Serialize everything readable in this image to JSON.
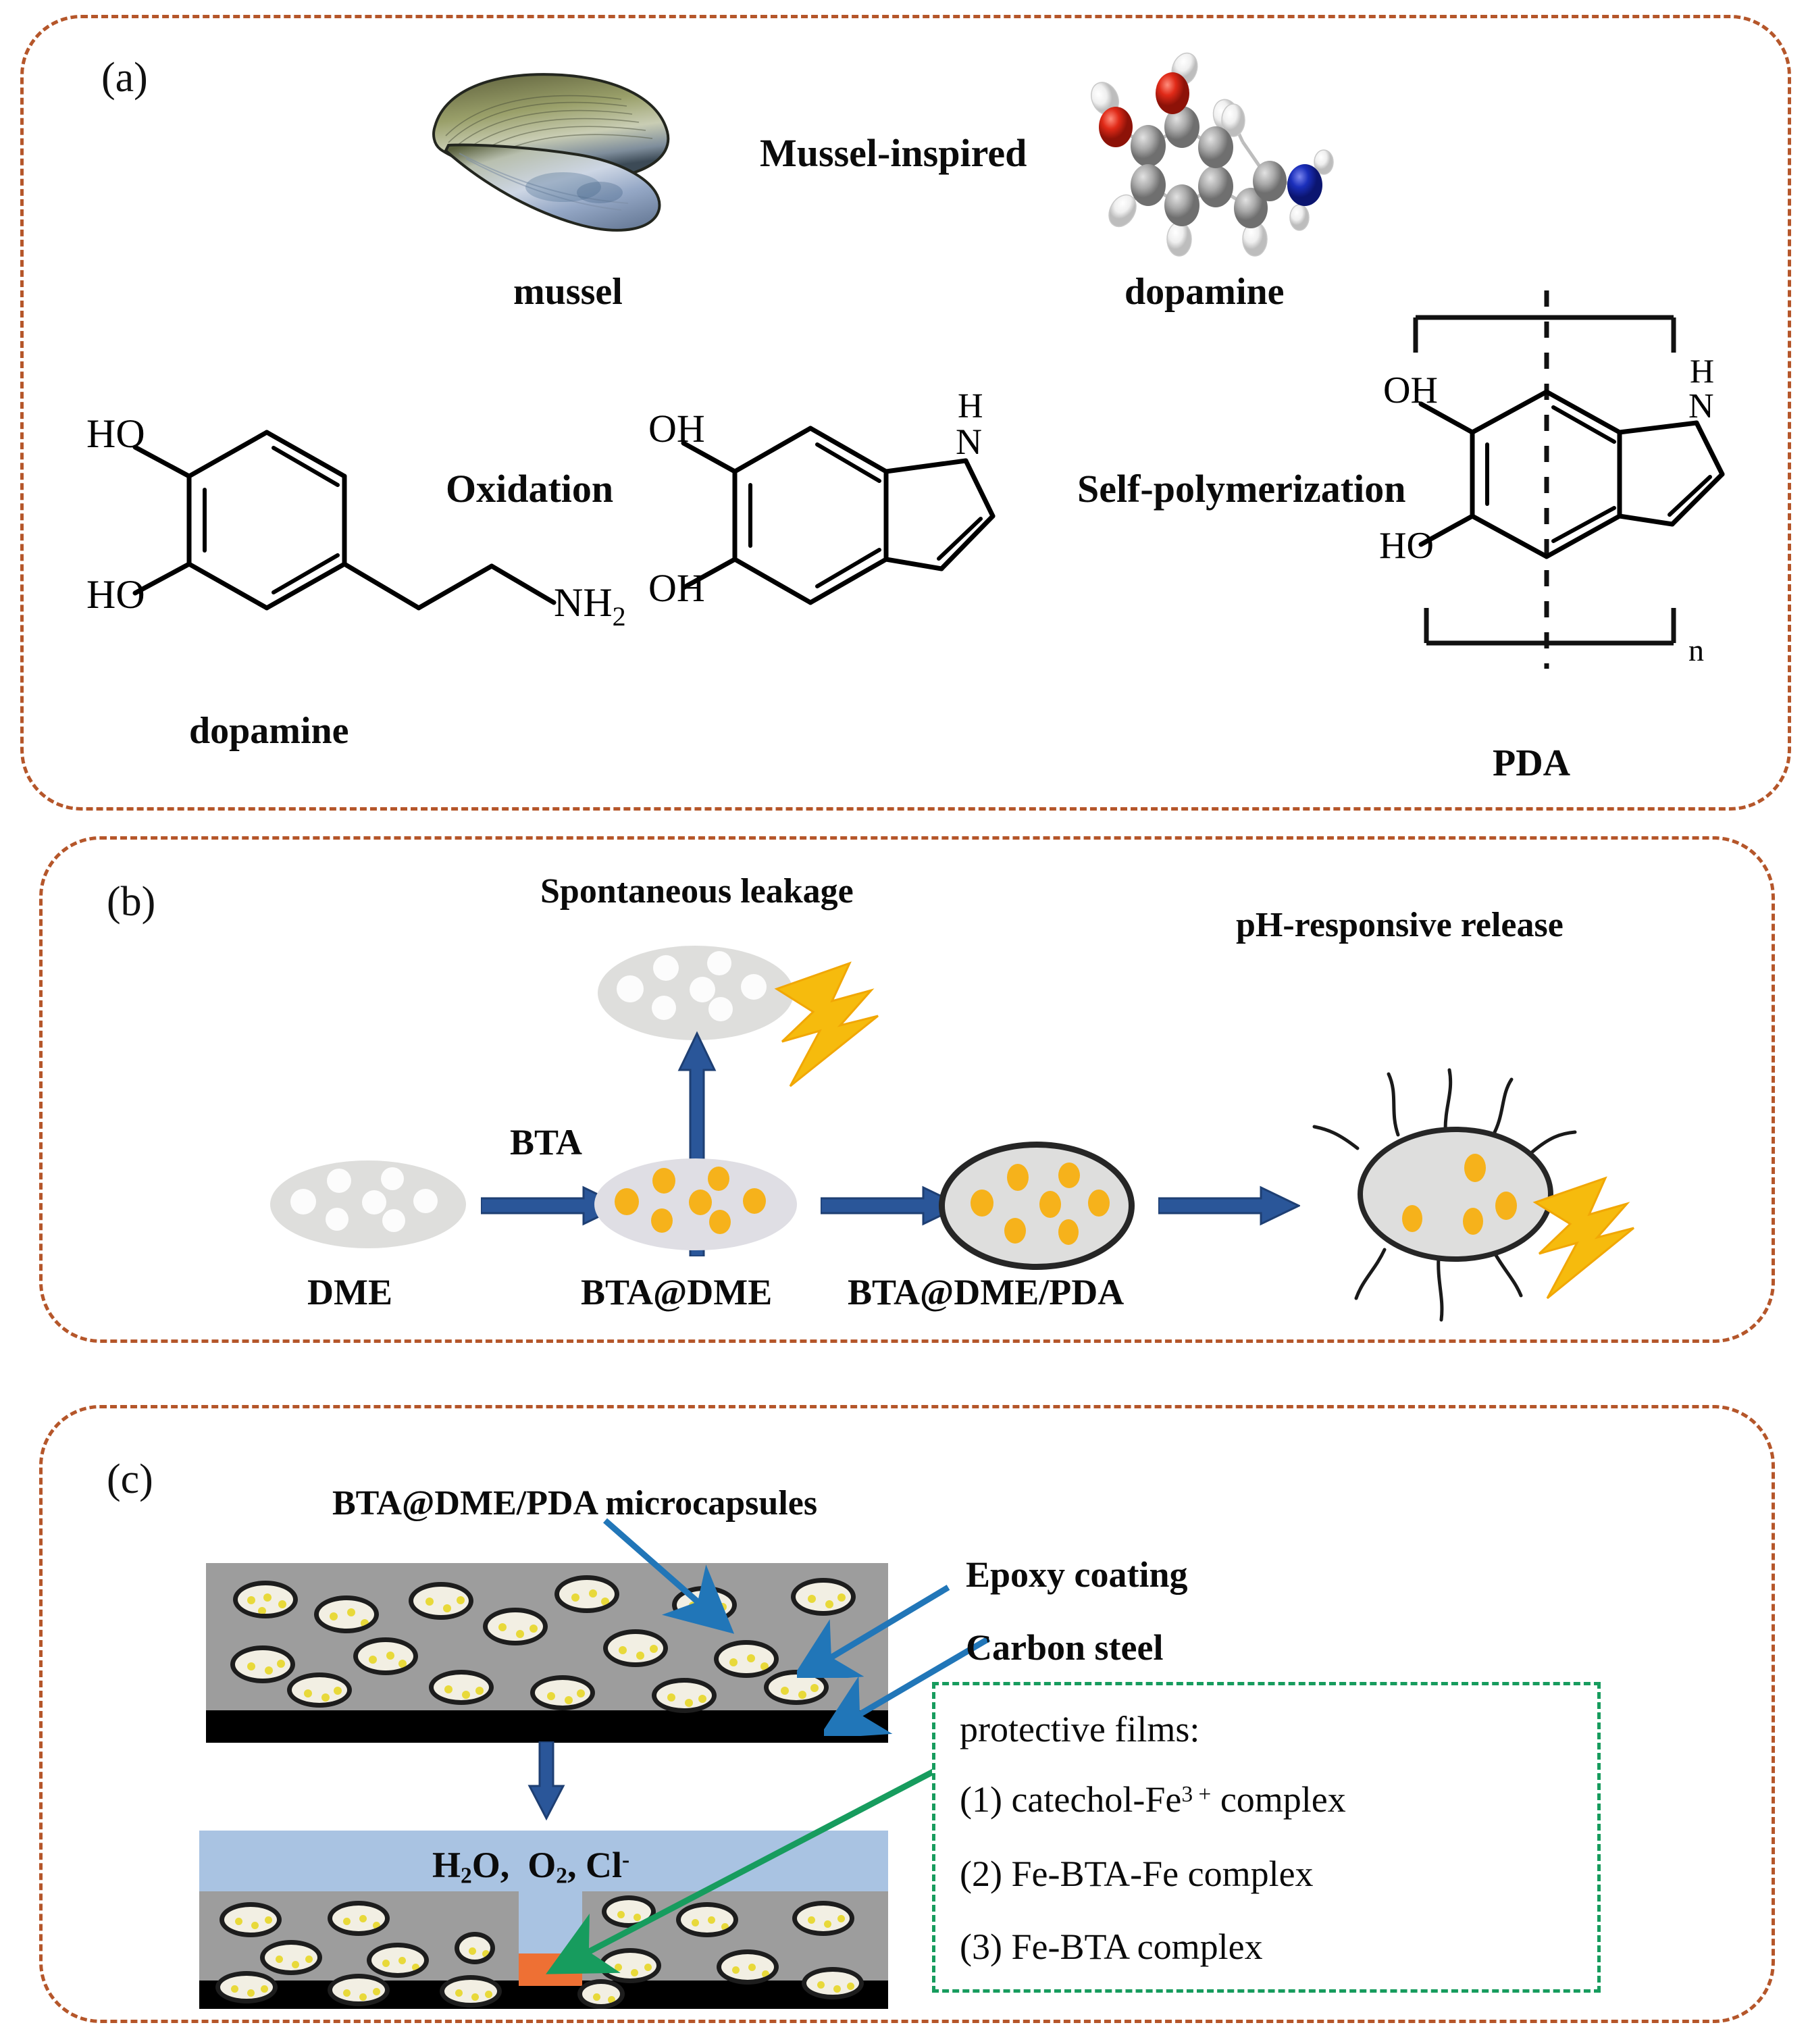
{
  "figure": {
    "panels": [
      {
        "id": "a",
        "label": "(a)"
      },
      {
        "id": "b",
        "label": "(b)"
      },
      {
        "id": "c",
        "label": "(c)"
      }
    ]
  },
  "panel_a": {
    "label": "(a)",
    "mussel_label": "mussel",
    "mussel_inspired": "Mussel-inspired",
    "dopamine_3d_label": "dopamine",
    "dopamine_2d_label": "dopamine",
    "oxidation": "Oxidation",
    "self_polymerization": "Self-polymerization",
    "pda_label": "PDA",
    "repeat_index": "n",
    "atoms": {
      "oxygen": "O",
      "hydrogen": "H",
      "nitrogen": "N"
    },
    "groups": {
      "ho": "HO",
      "oh": "OH",
      "nh2": "NH",
      "nh2_sub": "2",
      "n_h": "H",
      "n": "N"
    },
    "colors": {
      "oxygen": "#e02a18",
      "nitrogen": "#1b2fbb",
      "carbon": "#a8a8a8",
      "hydrogen": "#f2f2f2",
      "panel_border": "#b5562a"
    }
  },
  "panel_b": {
    "label": "(b)",
    "spontaneous_leakage": "Spontaneous leakage",
    "ph_responsive_release": "pH-responsive release",
    "bta_arrow_label": "BTA",
    "stage_labels": [
      "DME",
      "BTA@DME",
      "BTA@DME/PDA"
    ],
    "colors": {
      "arrow": "#2a5699",
      "bolt": "#f6bb0d",
      "capsule": "#dededc",
      "bta_dot": "#f6b21b"
    }
  },
  "panel_c": {
    "label": "(c)",
    "microcapsules_label": "BTA@DME/PDA microcapsules",
    "epoxy_label": "Epoxy coating",
    "steel_label": "Carbon steel",
    "species_label_parts": {
      "h2o": "H",
      "h2o_sub": "2",
      "h2o_tail": "O,",
      "o2": "O",
      "o2_sub": "2",
      "o2_tail": ",",
      "cl": "Cl",
      "cl_sup": "-"
    },
    "species_label": "H2O,  O2, Cl-",
    "protective_films": {
      "title": "protective films:",
      "items": [
        {
          "num": "(1)",
          "text": "catechol-Fe",
          "sup": "3 +",
          "tail": " complex"
        },
        {
          "num": "(2)",
          "text": "Fe-BTA-Fe complex",
          "sup": "",
          "tail": ""
        },
        {
          "num": "(3)",
          "text": "Fe-BTA complex",
          "sup": "",
          "tail": ""
        }
      ]
    },
    "colors": {
      "epoxy": "#9d9d9d",
      "steel": "#000000",
      "water": "#a9c3e2",
      "rust": "#ee7034",
      "callout": "#2176b8",
      "green_box": "#179c5e"
    }
  }
}
